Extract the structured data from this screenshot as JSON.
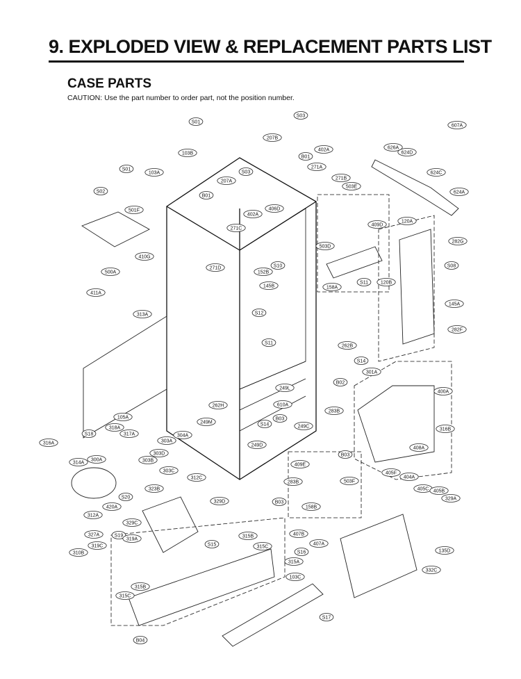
{
  "header": {
    "title": "9. EXPLODED VIEW & REPLACEMENT PARTS LIST",
    "section": "CASE PARTS",
    "caution": "CAUTION: Use the part number to order part, not the position number."
  },
  "labels": {
    "S03a": "S03",
    "S01a": "S01",
    "207B": "207B",
    "402A_a": "402A",
    "103B": "103B",
    "B01a": "B01",
    "271A": "271A",
    "S01b": "S01",
    "103A": "103A",
    "S03b": "S03",
    "207A": "207A",
    "271B": "271B",
    "503E": "503E",
    "S02": "S02",
    "B01b": "B01",
    "406D": "406D",
    "402A_b": "402A",
    "501F": "501F",
    "271C": "271C",
    "607A": "607A",
    "626A": "626A",
    "624D": "624D",
    "624C": "624C",
    "624A": "624A",
    "409D": "409D",
    "120A": "120A",
    "503D": "503D",
    "282G": "282G",
    "410G": "410G",
    "S10": "S10",
    "271D": "271D",
    "152B": "152B",
    "500A": "500A",
    "158A": "158A",
    "S11a": "S11",
    "120B": "120B",
    "S08": "S08",
    "145B": "145B",
    "411A": "411A",
    "145A": "145A",
    "313A": "313A",
    "S12": "S12",
    "282F": "282F",
    "S11b": "S11",
    "262B": "262B",
    "S14a": "S14",
    "301A": "301A",
    "B02": "B02",
    "249L": "249L",
    "400A": "400A",
    "262H": "262H",
    "610A": "610A",
    "105A": "105A",
    "283B_a": "283B",
    "249M": "249M",
    "B03a": "B03",
    "S14b": "S14",
    "249C": "249C",
    "316B": "316B",
    "318A": "318A",
    "S18": "S18",
    "317A": "317A",
    "304A": "304A",
    "303A": "303A",
    "316A": "316A",
    "249D": "249D",
    "408A": "408A",
    "303D": "303D",
    "B03b": "B03",
    "303B": "303B",
    "300A": "300A",
    "314A": "314A",
    "409E": "409E",
    "405F": "405F",
    "303C": "303C",
    "404A": "404A",
    "312C": "312C",
    "283B_b": "283B",
    "503F": "503F",
    "323B": "323B",
    "405C": "405C",
    "405B": "405B",
    "S20": "S20",
    "329D": "329D",
    "B03c": "B03",
    "329A": "329A",
    "420A": "420A",
    "158B": "158B",
    "312A": "312A",
    "329C": "329C",
    "327A": "327A",
    "S19": "S19",
    "407B": "407B",
    "319A": "319A",
    "315B_a": "315B",
    "S15": "S15",
    "319C": "319C",
    "315C_a": "315C",
    "407A": "407A",
    "310B": "310B",
    "S16": "S16",
    "135D": "135D",
    "315A": "315A",
    "332C": "332C",
    "103C": "103C",
    "315B_b": "315B",
    "315C_b": "315C",
    "S17": "S17",
    "B04": "B04"
  }
}
